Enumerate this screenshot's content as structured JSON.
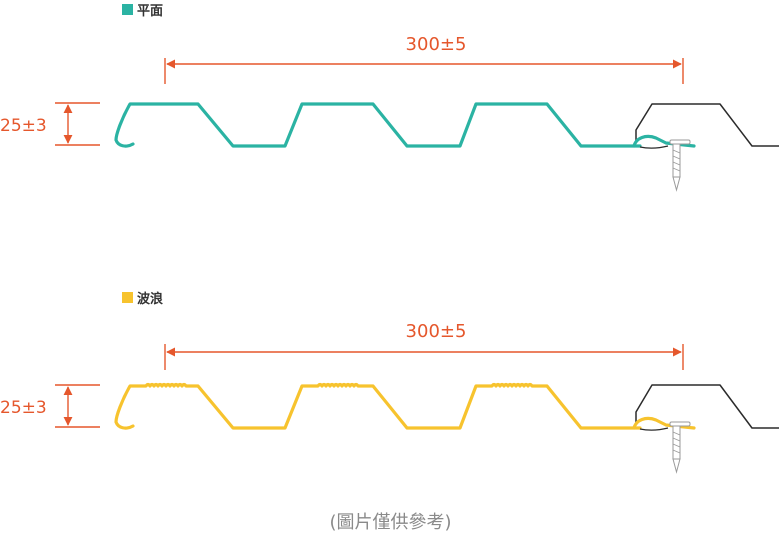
{
  "colors": {
    "flat": "#2bb3a3",
    "wave": "#f7c32e",
    "dimension": "#e5572c",
    "outline": "#2b2b2b",
    "screw": "#9a9a9a",
    "caption": "#8a8a8a"
  },
  "panels": [
    {
      "id": "flat",
      "legend_label": "平面",
      "width_dimension": "300±5",
      "height_dimension": "25±3",
      "style": "flat"
    },
    {
      "id": "wave",
      "legend_label": "波浪",
      "width_dimension": "300±5",
      "height_dimension": "25±3",
      "style": "wave"
    }
  ],
  "caption": "(圖片僅供參考)"
}
